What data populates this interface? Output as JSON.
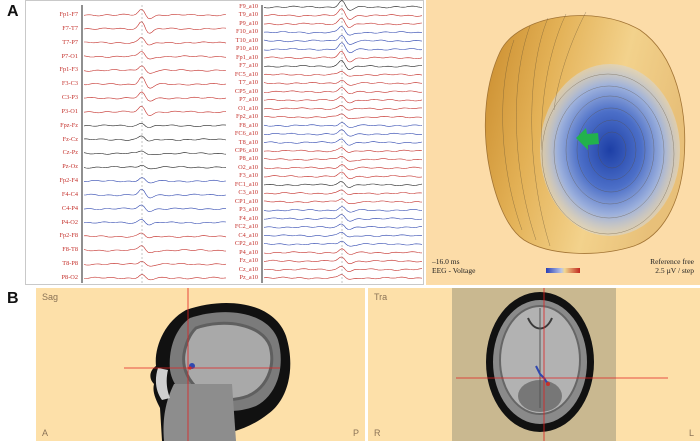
{
  "panels": {
    "a": "A",
    "b": "B"
  },
  "eeg": {
    "left_channels": [
      "Fp1-F7",
      "F7-T7",
      "T7-P7",
      "P7-O1",
      "Fp1-F3",
      "F3-C3",
      "C3-P3",
      "P3-O1",
      "Fpz-Fz",
      "Fz-Cz",
      "Cz-Pz",
      "Pz-Oz",
      "Fp2-F4",
      "F4-C4",
      "C4-P4",
      "P4-O2",
      "Fp2-F8",
      "F8-T8",
      "T8-P8",
      "P8-O2"
    ],
    "right_channels": [
      "F9_a10",
      "T9_a10",
      "P9_a10",
      "F10_a10",
      "T10_a10",
      "P10_a10",
      "Fp1_a10",
      "F7_a10",
      "FC5_a10",
      "T7_a10",
      "CP5_a10",
      "P7_a10",
      "O1_a10",
      "Fp2_a10",
      "F8_a10",
      "FC6_a10",
      "T8_a10",
      "CP6_a10",
      "P8_a10",
      "O2_a10",
      "F3_a10",
      "FC1_a10",
      "C3_a10",
      "CP1_a10",
      "P3_a10",
      "F4_a10",
      "FC2_a10",
      "C4_a10",
      "CP2_a10",
      "P4_a10",
      "Fz_a10",
      "Cz_a10",
      "Pz_a10"
    ],
    "trace_color_red": "#c4302b",
    "trace_color_blue": "#3048b0",
    "trace_color_black": "#222222"
  },
  "map": {
    "time": "–16.0 ms",
    "mode": "EEG - Voltage",
    "reference": "Reference free",
    "step": "2.5 µV / step",
    "arrow_color": "#22b24c"
  },
  "mri": {
    "sag": {
      "title": "Sag",
      "left": "A",
      "right": "P"
    },
    "tra": {
      "title": "Tra",
      "left": "R",
      "right": "L"
    },
    "crosshair_color": "#e02020"
  }
}
